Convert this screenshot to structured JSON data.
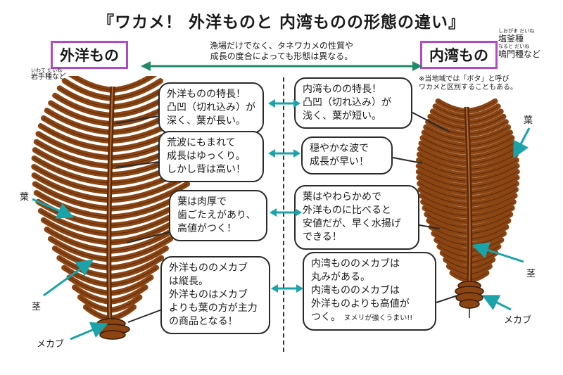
{
  "title": "『ワカメ！ 外洋ものと 内湾ものの形態の違い』",
  "left_tag": "外洋もの",
  "right_tag": "内湾もの",
  "banner": {
    "line1": "漁場だけでなく、タネワカメの性質や",
    "line2": "成長の度合によっても形態は異なる。"
  },
  "left_region": {
    "ruby": "いわて だいね",
    "text": "岩手種など"
  },
  "right_region": {
    "ruby1": "しおがま だいね",
    "text1": "塩釜種",
    "ruby2": "なると だいね",
    "text2": "鳴門種など"
  },
  "note": {
    "line1": "※当地域では「ボタ」と呼び",
    "line2": "ワカメと区別することもある。"
  },
  "left_bubbles": [
    {
      "l1": "外洋ものの特長！",
      "l2": "凸凹（切れ込み）が",
      "l3": "深く、葉が長い。"
    },
    {
      "l1": "荒波にもまれて",
      "l2": "成長はゆっくり。",
      "l3": "しかし背は高い！"
    },
    {
      "l1": "葉は肉厚で",
      "l2": "歯ごたえがあり、",
      "l3": "高値がつく！"
    },
    {
      "l1": "外洋もののメカブ",
      "l2": "は縦長。",
      "l3": "外洋ものはメカブ",
      "l4": "よりも葉の方が主力",
      "l5": "の商品となる！"
    }
  ],
  "right_bubbles": [
    {
      "l1": "内湾ものの特長！",
      "l2": "凸凹（切れ込み）が",
      "l3": "浅く、葉が短い。"
    },
    {
      "l1": "穏やかな波で",
      "l2": "成長が早い！"
    },
    {
      "l1": "葉はやわらかめで",
      "l2": "外洋ものに比べると",
      "l3": "安値だが、早く水揚げ",
      "l4": "できる！"
    },
    {
      "l1": "内湾もののメカブは",
      "l2": "丸みがある。",
      "l3": "内湾もののメカブは",
      "l4": "外洋ものよりも高値が",
      "l5": "つく。",
      "l5b": "ヌメリが強くうまい!!"
    }
  ],
  "labels": {
    "left_leaf": "葉",
    "left_stem": "茎",
    "left_mekabu": "メカブ",
    "right_leaf": "葉",
    "right_stem": "茎",
    "right_mekabu": "メカブ"
  },
  "colors": {
    "kelp": "#8b4513",
    "kelp_dark": "#5a2a0c",
    "arrow": "#1aa3a8",
    "tag_border": "#b14ac4"
  }
}
